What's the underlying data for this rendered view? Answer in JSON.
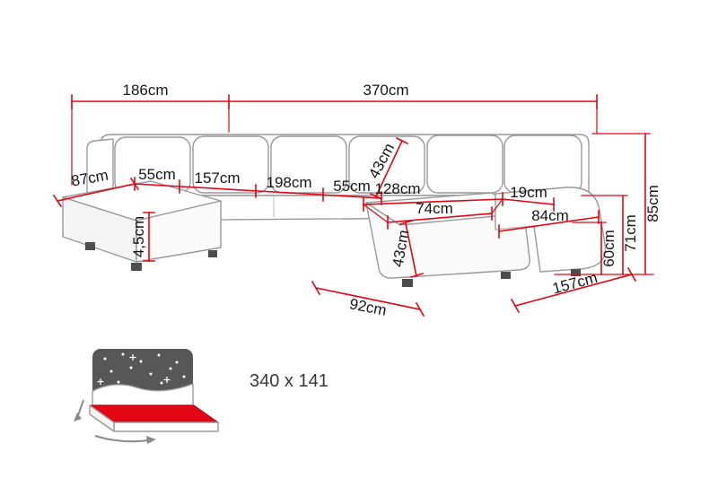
{
  "colors": {
    "red": "#e30613",
    "outline": "#999999",
    "feet": "#4d4d4d",
    "text": "#151515",
    "panel": "#575757"
  },
  "labels": {
    "width_left": "186cm",
    "width_total": "370cm",
    "left_seat_width": "87cm",
    "seat_1": "55cm",
    "seat_2": "157cm",
    "seat_3": "198cm",
    "seat_4": "55cm",
    "back_depth": "43cm",
    "chaise_top_width": "128cm",
    "arm_width": "19cm",
    "chaise_cushion_width": "74cm",
    "right_front_width": "84cm",
    "seat_lip_height": "4,5cm",
    "chaise_cushion_length": "43cm",
    "seat_height": "60cm",
    "arm_height": "71cm",
    "total_height": "85cm",
    "chaise_front_width": "92cm",
    "right_depth": "157cm",
    "sleeping_area": "340 x 141"
  }
}
